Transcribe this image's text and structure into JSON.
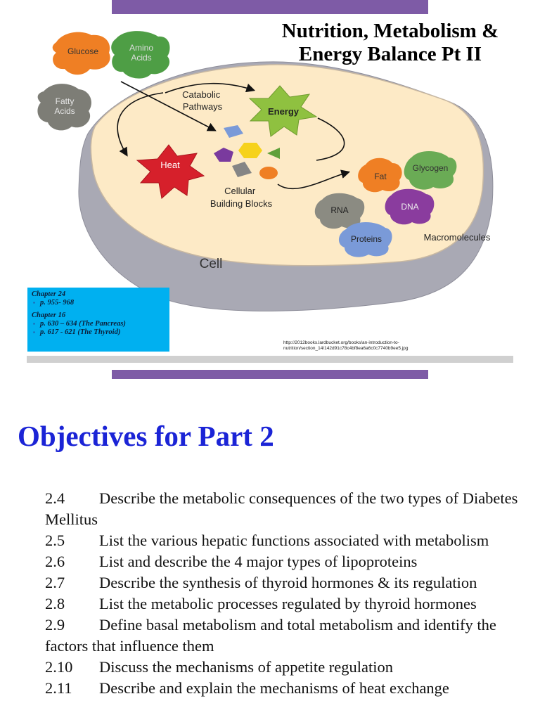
{
  "slide1": {
    "title_line1": "Nutrition, Metabolism &",
    "title_line2": "Energy Balance Pt II",
    "diagram": {
      "nutrients": [
        "Glucose",
        "Amino Acids",
        "Fatty Acids"
      ],
      "catabolic": [
        "Catabolic",
        "Pathways"
      ],
      "energy": "Energy",
      "heat": "Heat",
      "building_blocks": [
        "Cellular",
        "Building Blocks"
      ],
      "cell": "Cell",
      "macromolecules_label": "Macromolecules",
      "macromolecules": [
        "Fat",
        "Glycogen",
        "RNA",
        "DNA",
        "Proteins"
      ]
    },
    "chapters": {
      "ch24": "Chapter 24",
      "ch24_pages": "p. 955- 968",
      "ch16": "Chapter 16",
      "ch16_pages1": "p. 630 – 634 (The Pancreas)",
      "ch16_pages2": "p. 617 - 621 (The Thyroid)"
    },
    "source_url": "http://2012books.lardbucket.org/books/an-introduction-to-nutrition/section_14/142d91c78c4bf8ea6a6c0c7740b9ee5.jpg"
  },
  "slide2": {
    "title": "Objectives for Part 2",
    "objectives": [
      {
        "num": "2.4",
        "text": "Describe the metabolic consequences of the two types of Diabetes Mellitus"
      },
      {
        "num": "2.5",
        "text": "List the various hepatic functions associated with metabolism"
      },
      {
        "num": "2.6",
        "text": "List and describe the 4 major types of lipoproteins"
      },
      {
        "num": "2.7",
        "text": "Describe the synthesis of thyroid hormones & its regulation"
      },
      {
        "num": "2.8",
        "text": "List the metabolic processes regulated by thyroid hormones"
      },
      {
        "num": "2.9",
        "text": "Define basal metabolism and total metabolism and identify the factors that influence them"
      },
      {
        "num": "2.10",
        "text": "Discuss the mechanisms of appetite regulation"
      },
      {
        "num": "2.11",
        "text": "Describe and explain the mechanisms of heat exchange"
      }
    ]
  }
}
